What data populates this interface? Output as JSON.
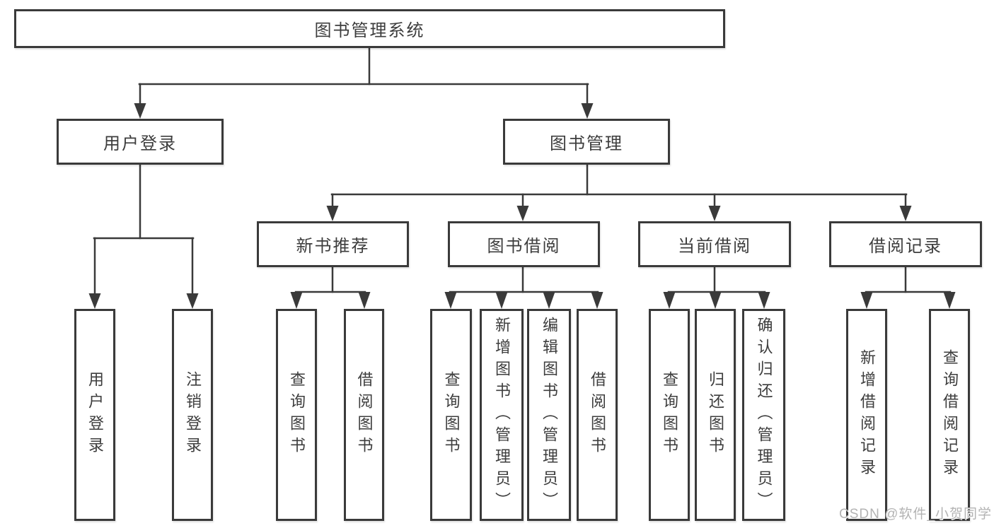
{
  "watermark": {
    "text": "CSDN @软件_小贺同学"
  },
  "tree": {
    "root": {
      "label": "图书管理系统",
      "children": [
        {
          "label": "用户登录",
          "children": [
            {
              "label": "用户登录"
            },
            {
              "label": "注销登录"
            }
          ]
        },
        {
          "label": "图书管理",
          "children": [
            {
              "label": "新书推荐",
              "children": [
                {
                  "label": "查询图书"
                },
                {
                  "label": "借阅图书"
                }
              ]
            },
            {
              "label": "图书借阅",
              "children": [
                {
                  "label": "查询图书"
                },
                {
                  "label": "新增图书（管理员）"
                },
                {
                  "label": "编辑图书（管理员）"
                },
                {
                  "label": "借阅图书"
                }
              ]
            },
            {
              "label": "当前借阅",
              "children": [
                {
                  "label": "查询图书"
                },
                {
                  "label": "归还图书"
                },
                {
                  "label": "确认归还（管理员）"
                }
              ]
            },
            {
              "label": "借阅记录",
              "children": [
                {
                  "label": "新增借阅记录"
                },
                {
                  "label": "查询借阅记录"
                }
              ]
            }
          ]
        }
      ]
    }
  },
  "colors": {
    "line": "#3a3a3a",
    "text": "#3d3d3d",
    "watermark": "#b3b3b3",
    "background": "#ffffff"
  }
}
